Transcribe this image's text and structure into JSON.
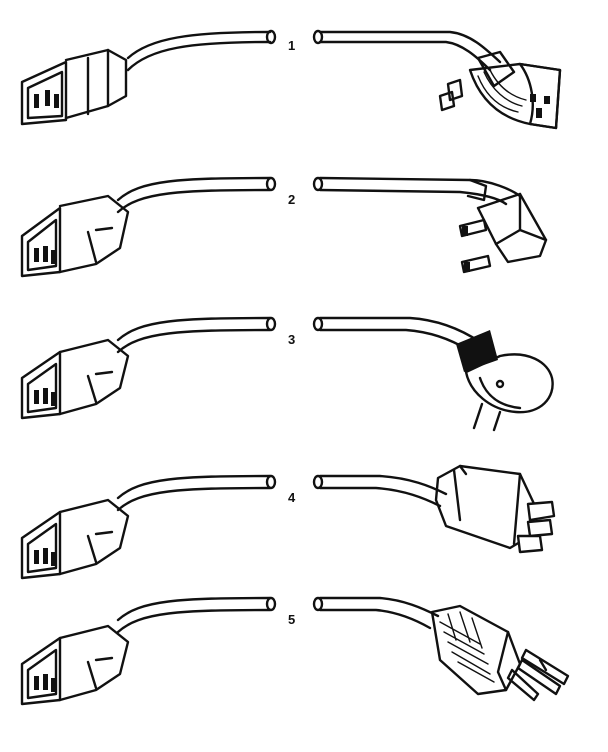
{
  "figure": {
    "labels": [
      "1",
      "2",
      "3",
      "4",
      "5"
    ]
  },
  "cords": [
    {
      "label": "1",
      "end_a": "iec-c13-connector",
      "end_b": "nema-5-15p-plug"
    },
    {
      "label": "2",
      "end_a": "iec-c13-connector",
      "end_b": "angled-grounding-plug"
    },
    {
      "label": "3",
      "end_a": "iec-c13-connector",
      "end_b": "schuko-plug"
    },
    {
      "label": "4",
      "end_a": "iec-c13-connector",
      "end_b": "three-pin-inline-plug"
    },
    {
      "label": "5",
      "end_a": "iec-c13-connector",
      "end_b": "ribbed-three-blade-plug"
    }
  ],
  "colors": {
    "ink": "#111111",
    "paper": "#ffffff"
  }
}
